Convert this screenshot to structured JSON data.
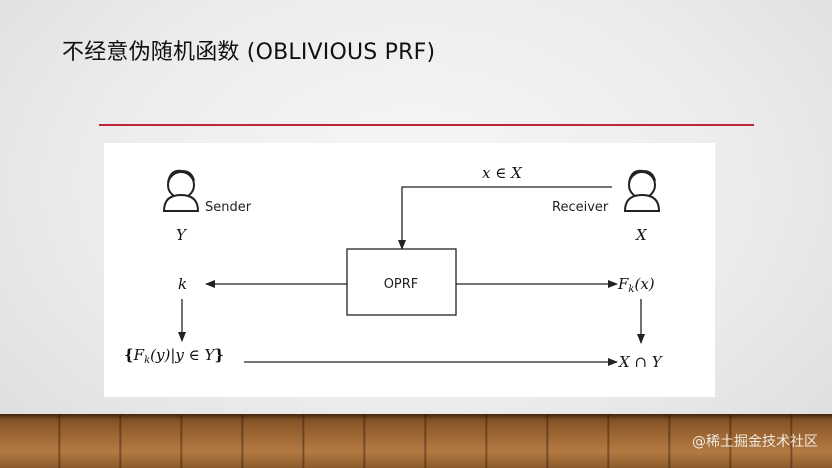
{
  "slide": {
    "title": "不经意伪随机函数 (OBLIVIOUS PRF)",
    "watermark": "@稀土掘金技术社区"
  },
  "diagram": {
    "sender": {
      "label": "Sender",
      "set": "Y"
    },
    "receiver": {
      "label": "Receiver",
      "set": "X"
    },
    "input_label": "x ∈ X",
    "box_label": "OPRF",
    "key_label": "k",
    "output_label": "F_k(x)",
    "sender_set_label": "{F_k(y)|y ∈ Y}",
    "intersection_label": "X ∩ Y",
    "accent_color": "#c0243a"
  }
}
